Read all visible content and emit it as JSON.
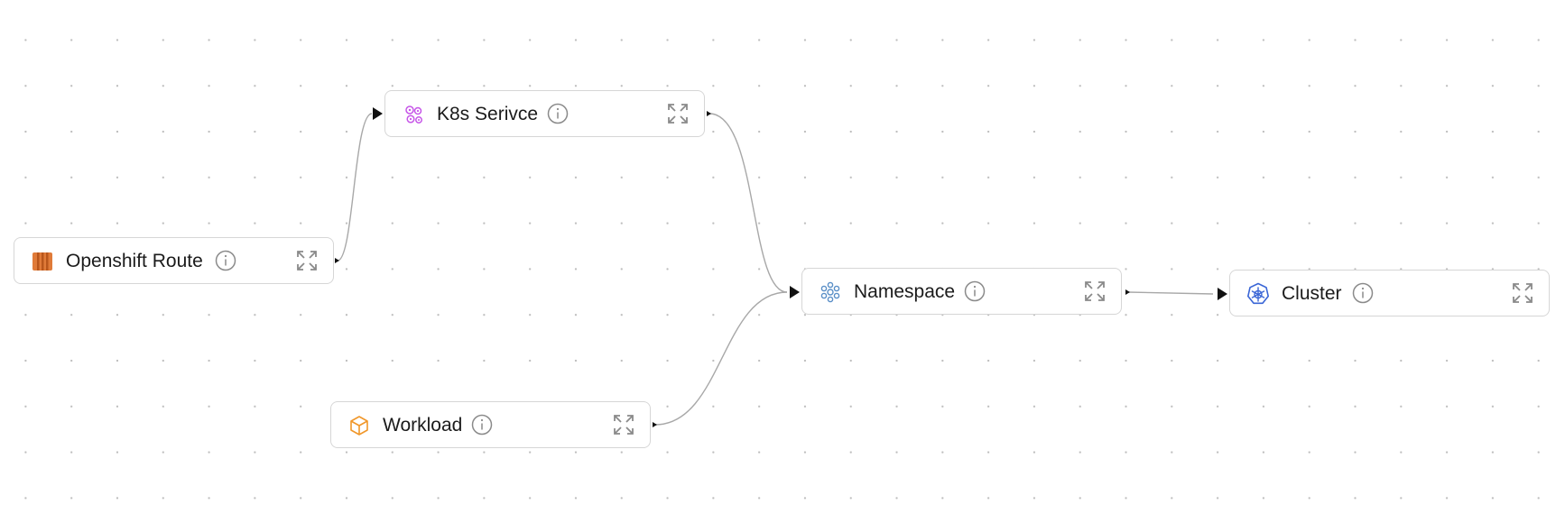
{
  "diagram": {
    "nodes": [
      {
        "id": "openshift-route",
        "label": "Openshift Route",
        "icon": "openshift-route-icon",
        "color": "#e07b39"
      },
      {
        "id": "k8s-service",
        "label": "K8s Serivce",
        "icon": "k8s-service-icon",
        "color": "#c655e8"
      },
      {
        "id": "workload",
        "label": "Workload",
        "icon": "workload-icon",
        "color": "#f0972a"
      },
      {
        "id": "namespace",
        "label": "Namespace",
        "icon": "namespace-icon",
        "color": "#5a8fc7"
      },
      {
        "id": "cluster",
        "label": "Cluster",
        "icon": "cluster-icon",
        "color": "#3965d6"
      }
    ],
    "edges": [
      {
        "from": "openshift-route",
        "to": "k8s-service"
      },
      {
        "from": "k8s-service",
        "to": "namespace"
      },
      {
        "from": "workload",
        "to": "namespace"
      },
      {
        "from": "namespace",
        "to": "cluster"
      }
    ],
    "colors": {
      "edge": "#a8a8a8",
      "border": "#d6d6d6",
      "grid_dot": "#bdbdbd",
      "control_icon": "#8a8a8a"
    }
  }
}
